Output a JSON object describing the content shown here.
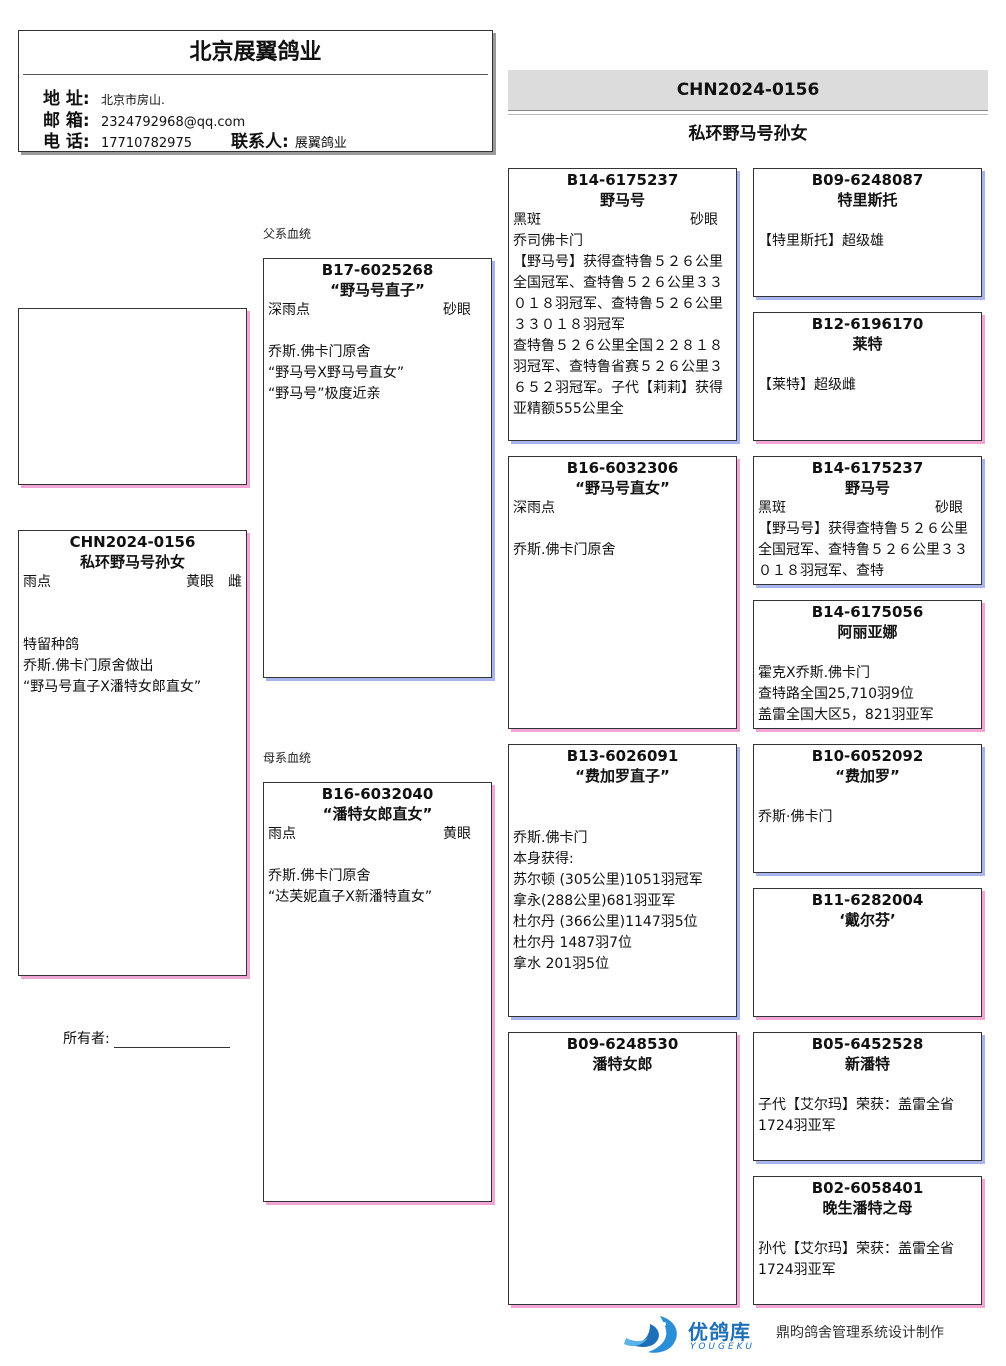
{
  "header": {
    "title": "北京展翼鸽业",
    "address_label": "地 址:",
    "address": "北京市房山.",
    "email_label": "邮 箱:",
    "email": "2324792968@qq.com",
    "phone_label": "电 话:",
    "phone": "17710782975",
    "contact_label": "联系人:",
    "contact": "展翼鸽业"
  },
  "top_banner": {
    "ring": "CHN2024-0156",
    "name": "私环野马号孙女"
  },
  "labels": {
    "paternal": "父系血统",
    "maternal": "母系血统",
    "owner": "所有者:"
  },
  "subject": {
    "ring": "CHN2024-0156",
    "name": "私环野马号孙女",
    "color": "雨点",
    "eye": "黄眼",
    "sex": "雌",
    "desc": "特留种鸽\n乔斯.佛卡门原舍做出\n“野马号直子X潘特女郎直女”"
  },
  "sire": {
    "ring": "B17-6025268",
    "name": "“野马号直子”",
    "color": "深雨点",
    "eye": "砂眼",
    "desc": "乔斯.佛卡门原舍\n“野马号X野马号直女”\n“野马号”极度近亲"
  },
  "dam": {
    "ring": "B16-6032040",
    "name": "“潘特女郎直女”",
    "color": "雨点",
    "eye": "黄眼",
    "desc": "乔斯.佛卡门原舍\n“达芙妮直子X新潘特直女”"
  },
  "ss": {
    "ring": "B14-6175237",
    "name": "野马号",
    "color": "黑斑",
    "eye": "砂眼",
    "desc": "乔司佛卡门\n【野马号】获得查特鲁５２６公里全国冠军、查特鲁５２６公里３３０１８羽冠军、查特鲁５２６公里３３０１８羽冠军\n查特鲁５２６公里全国２２８１８羽冠军、查特鲁省赛５２６公里３６５２羽冠军。子代【莉莉】获得亚精额555公里全"
  },
  "sd": {
    "ring": "B16-6032306",
    "name": "“野马号直女”",
    "color": "深雨点",
    "desc": "乔斯.佛卡门原舍"
  },
  "ds": {
    "ring": "B13-6026091",
    "name": "“费加罗直子”",
    "desc": "乔斯.佛卡门\n本身获得:\n苏尔顿 (305公里)1051羽冠军\n拿永(288公里)681羽亚军\n杜尔丹 (366公里)1147羽5位\n杜尔丹 1487羽7位\n拿水 201羽5位"
  },
  "dd": {
    "ring": "B09-6248530",
    "name": "潘特女郎"
  },
  "sss": {
    "ring": "B09-6248087",
    "name": "特里斯托",
    "desc": "【特里斯托】超级雄"
  },
  "ssd": {
    "ring": "B12-6196170",
    "name": "莱特",
    "desc": "【莱特】超级雌"
  },
  "sds": {
    "ring": "B14-6175237",
    "name": "野马号",
    "color": "黑斑",
    "eye": "砂眼",
    "desc": "【野马号】获得查特鲁５２６公里全国冠军、查特鲁５２６公里３３０１８羽冠军、查特"
  },
  "sdd": {
    "ring": "B14-6175056",
    "name": "阿丽亚娜",
    "desc": "霍克X乔斯.佛卡门\n查特路全国25,710羽9位\n盖雷全国大区5，821羽亚军"
  },
  "dss": {
    "ring": "B10-6052092",
    "name": "“费加罗”",
    "desc": "乔斯·佛卡门"
  },
  "dsd": {
    "ring": "B11-6282004",
    "name": "‘戴尔芬’"
  },
  "dds": {
    "ring": "B05-6452528",
    "name": "新潘特",
    "desc": "子代【艾尔玛】荣获：盖雷全省1724羽亚军"
  },
  "ddd": {
    "ring": "B02-6058401",
    "name": "晚生潘特之母",
    "desc": "孙代【艾尔玛】荣获：盖雷全省1724羽亚军"
  },
  "footer": {
    "logo_text": "优鸽库",
    "logo_sub": "YOUGEKU",
    "credit": "鼎昀鸽舍管理系统设计制作"
  }
}
